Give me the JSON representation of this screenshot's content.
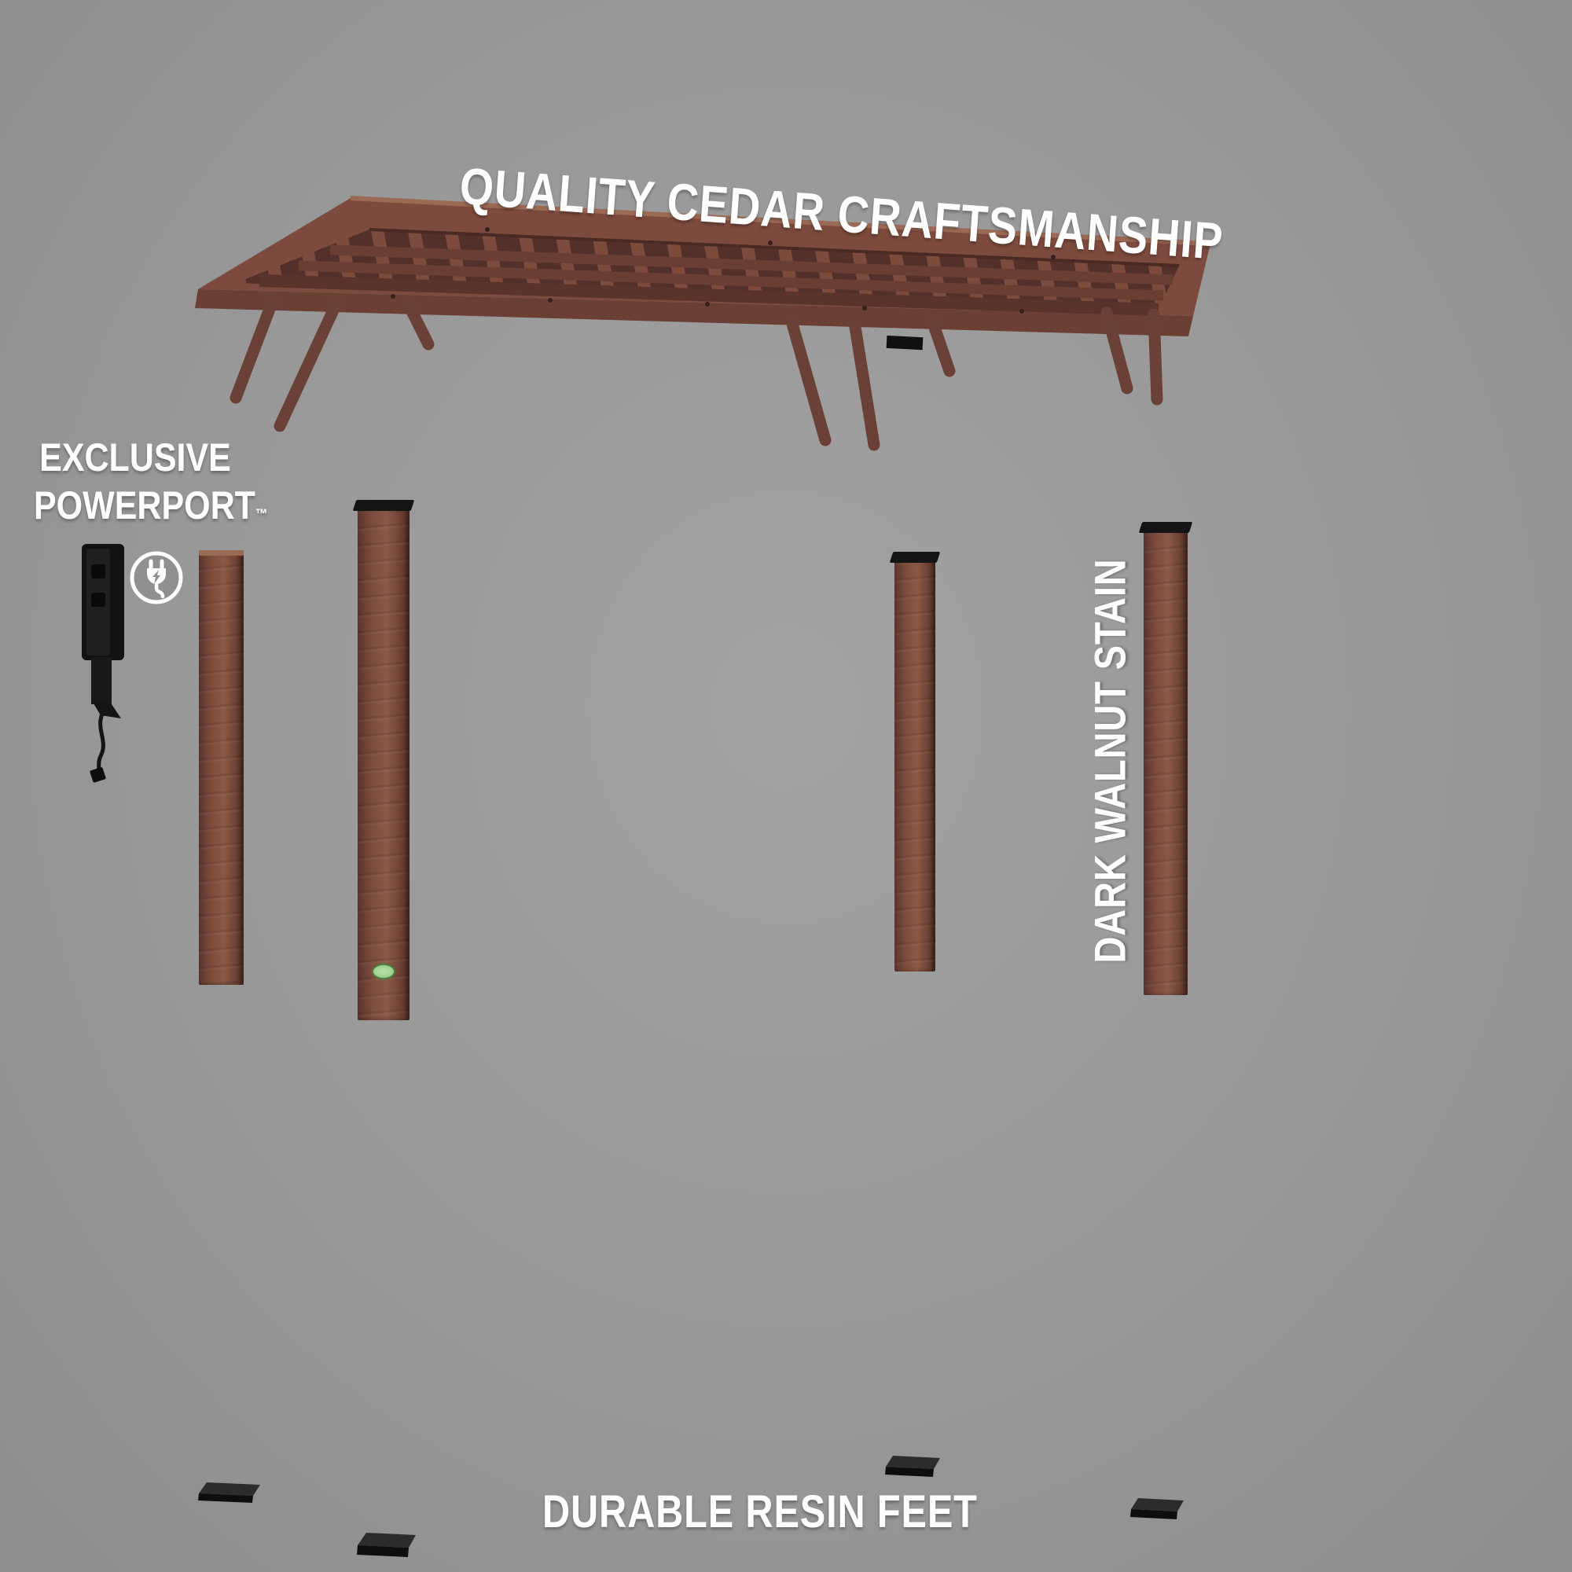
{
  "page": {
    "background": "#9a9a9a"
  },
  "labels": {
    "title": "QUALITY CEDAR CRAFTSMANSHIP",
    "powerport": {
      "line1": "EXCLUSIVE",
      "line2": "POWERPORT",
      "tm": "™"
    },
    "stain": "DARK WALNUT STAIN",
    "feet": "DURABLE RESIN FEET"
  },
  "colors": {
    "text": "#ffffff",
    "wood_dark": "#5c352c",
    "wood_mid": "#7a4a3c",
    "wood_light": "#8d5c4a",
    "accent_black": "#141414",
    "badge_green": "#8fc87e"
  },
  "icons": {
    "powerport_icon": "power-plug-circle"
  }
}
